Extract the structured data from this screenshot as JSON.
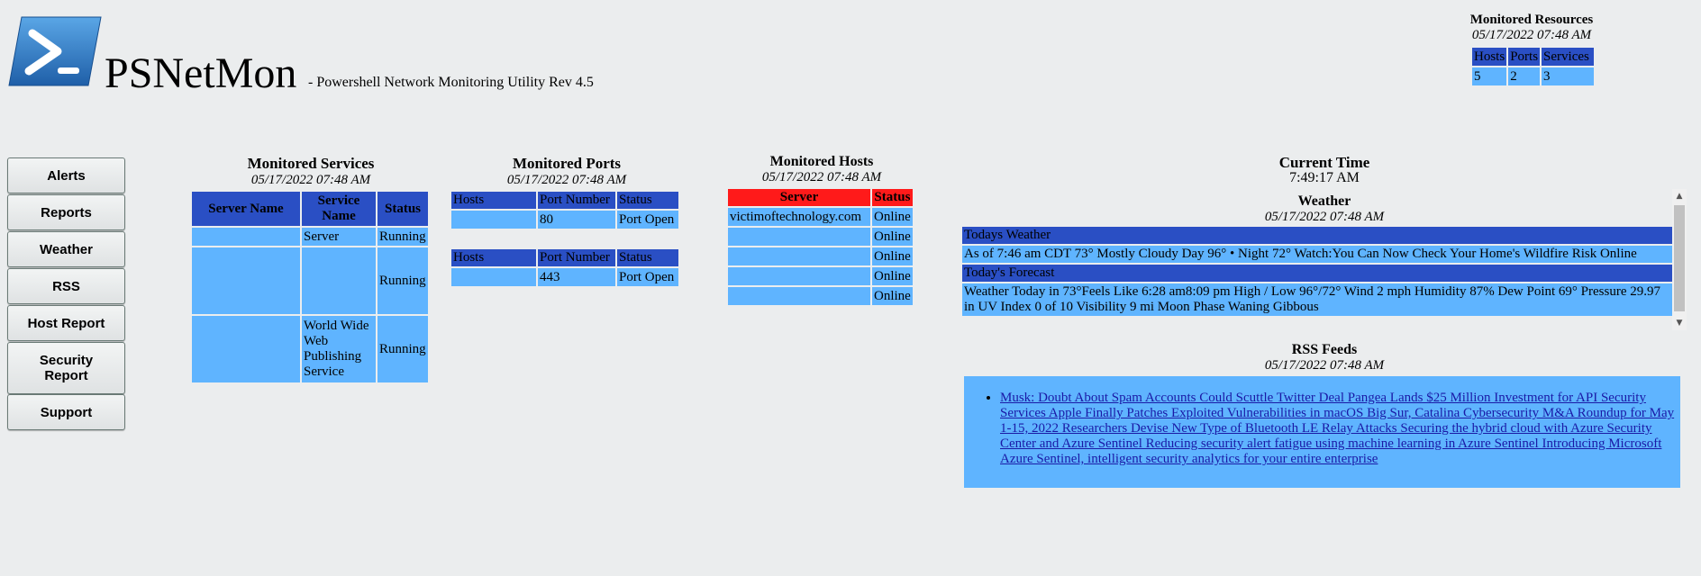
{
  "app": {
    "name": "PSNetMon",
    "tagline": "- Powershell Network Monitoring Utility Rev 4.5",
    "logo_icon": "powershell-icon"
  },
  "resources": {
    "title": "Monitored Resources",
    "date": "05/17/2022 07:48 AM",
    "headers": [
      "Hosts",
      "Ports",
      "Services"
    ],
    "values": [
      "5",
      "2",
      "3"
    ]
  },
  "nav": {
    "items": [
      "Alerts",
      "Reports",
      "Weather",
      "RSS",
      "Host Report",
      "Security Report",
      "Support"
    ]
  },
  "services": {
    "title": "Monitored Services",
    "date": "05/17/2022 07:48 AM",
    "headers": [
      "Server Name",
      "Service Name",
      "Status"
    ],
    "rows": [
      [
        "",
        "Server",
        "Running"
      ],
      [
        "",
        "",
        "Running"
      ],
      [
        "",
        "World Wide Web Publishing Service",
        "Running"
      ]
    ]
  },
  "ports": {
    "title": "Monitored Ports",
    "date": "05/17/2022 07:48 AM",
    "headers": [
      "Hosts",
      "Port Number",
      "Status"
    ],
    "tables": [
      {
        "host": "",
        "port": "80",
        "status": "Port Open"
      },
      {
        "host": "",
        "port": "443",
        "status": "Port Open"
      }
    ]
  },
  "hosts": {
    "title": "Monitored Hosts",
    "date": "05/17/2022 07:48 AM",
    "headers": [
      "Server",
      "Status"
    ],
    "rows": [
      [
        "victimoftechnology.com",
        "Online"
      ],
      [
        "",
        "Online"
      ],
      [
        "",
        "Online"
      ],
      [
        "",
        "Online"
      ],
      [
        "",
        "Online"
      ]
    ]
  },
  "time": {
    "title": "Current Time",
    "value": "7:49:17 AM"
  },
  "weather": {
    "title": "Weather",
    "date": "05/17/2022 07:48 AM",
    "today_label": "Todays Weather",
    "today_text": "As of 7:46 am CDT 73° Mostly Cloudy Day 96° • Night 72° Watch:You Can Now Check Your Home's Wildfire Risk Online",
    "forecast_label": "Today's Forecast",
    "forecast_text": "Weather Today in 73°Feels Like 6:28 am8:09 pm High / Low 96°/72° Wind 2 mph Humidity 87% Dew Point 69° Pressure 29.97 in UV Index 0 of 10 Visibility 9 mi Moon Phase Waning Gibbous"
  },
  "rss": {
    "title": "RSS Feeds",
    "date": "05/17/2022 07:48 AM",
    "feed_text": "Musk: Doubt About Spam Accounts Could Scuttle Twitter Deal Pangea Lands $25 Million Investment for API Security Services Apple Finally Patches Exploited Vulnerabilities in macOS Big Sur, Catalina Cybersecurity M&A Roundup for May 1-15, 2022 Researchers Devise New Type of Bluetooth LE Relay Attacks Securing the hybrid cloud with Azure Security Center and Azure Sentinel Reducing security alert fatigue using machine learning in Azure Sentinel Introducing Microsoft Azure Sentinel, intelligent security analytics for your entire enterprise"
  },
  "colors": {
    "header_blue": "#2a4fc4",
    "cell_blue": "#5fb4ff",
    "alert_red": "#ff1a1a",
    "background": "#ebedee"
  }
}
